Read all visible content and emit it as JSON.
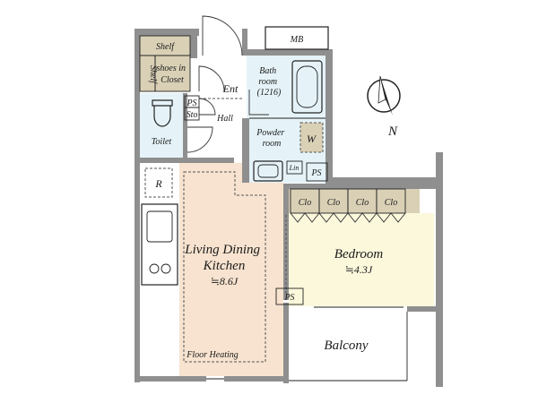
{
  "rooms": {
    "mb": "MB",
    "shelf_top": "Shelf",
    "shelf_side": "Shelf",
    "shoes_closet": "shoes in\nCloset",
    "bathroom": "Bath\nroom\n(1216)",
    "entrance": "Ent",
    "ps_top": "PS",
    "sto": "Sto",
    "hall": "Hall",
    "toilet": "Toilet",
    "powder_room": "Powder\nroom",
    "washer": "W",
    "linen": "Lin",
    "ps_mid": "PS",
    "refrigerator": "R",
    "ldk_name": "Living Dining\nKitchen",
    "ldk_size": "≒8.6J",
    "floor_heating": "Floor Heating",
    "closets": [
      "Clo",
      "Clo",
      "Clo",
      "Clo"
    ],
    "bedroom_name": "Bedroom",
    "bedroom_size": "≒4.3J",
    "ps_bottom": "PS",
    "balcony": "Balcony"
  },
  "compass": {
    "north_label": "N",
    "icon": "north-arrow-icon"
  },
  "colors": {
    "ldk_floor": "#f7e3cf",
    "bedroom_floor": "#fcf8dc",
    "wet_area": "#e5f3f8",
    "storage": "#d9d0b6",
    "wall": "#8f8f8f"
  }
}
